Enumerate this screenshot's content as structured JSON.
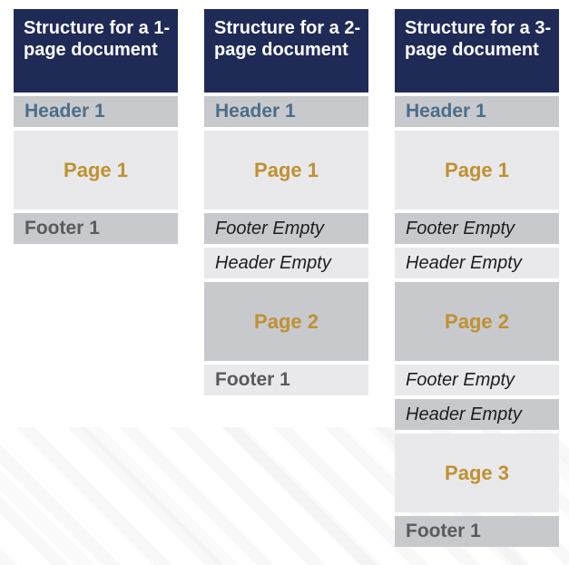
{
  "colors": {
    "navy": "#1f2a57",
    "title_text": "#ffffff",
    "row_dark": "#c8c9cd",
    "row_light": "#e9e9eb",
    "steel_blue": "#4c6d8b",
    "gold": "#bf9132",
    "footer_text": "#595a5c",
    "empty_text": "#1d1d1f"
  },
  "diagram": {
    "columns": [
      {
        "title": "Structure for a 1-page document",
        "rows": [
          {
            "label": "Header 1",
            "kind": "header"
          },
          {
            "label": "Page 1",
            "kind": "page"
          },
          {
            "label": "Footer 1",
            "kind": "footer"
          }
        ]
      },
      {
        "title": "Structure for a 2-page document",
        "rows": [
          {
            "label": "Header 1",
            "kind": "header"
          },
          {
            "label": "Page 1",
            "kind": "page"
          },
          {
            "label": "Footer Empty",
            "kind": "empty"
          },
          {
            "label": "Header Empty",
            "kind": "empty"
          },
          {
            "label": "Page 2",
            "kind": "page"
          },
          {
            "label": "Footer 1",
            "kind": "footer"
          }
        ]
      },
      {
        "title": "Structure for a 3-page document",
        "rows": [
          {
            "label": "Header 1",
            "kind": "header"
          },
          {
            "label": "Page 1",
            "kind": "page"
          },
          {
            "label": "Footer Empty",
            "kind": "empty"
          },
          {
            "label": "Header Empty",
            "kind": "empty"
          },
          {
            "label": "Page 2",
            "kind": "page"
          },
          {
            "label": "Footer Empty",
            "kind": "empty"
          },
          {
            "label": "Header Empty",
            "kind": "empty"
          },
          {
            "label": "Page 3",
            "kind": "page"
          },
          {
            "label": "Footer 1",
            "kind": "footer"
          }
        ]
      }
    ]
  }
}
